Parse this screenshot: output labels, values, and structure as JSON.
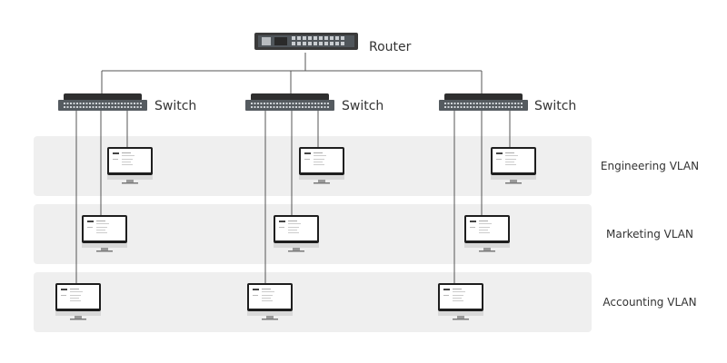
{
  "router": {
    "label": "Router"
  },
  "switches": [
    {
      "label": "Switch"
    },
    {
      "label": "Switch"
    },
    {
      "label": "Switch"
    }
  ],
  "vlans": [
    {
      "label": "Engineering VLAN"
    },
    {
      "label": "Marketing VLAN"
    },
    {
      "label": "Accounting VLAN"
    }
  ],
  "colors": {
    "band": "#efefef",
    "line": "#555555",
    "text": "#333333",
    "device_body": "#3a3a3a",
    "device_front": "#555b60"
  }
}
